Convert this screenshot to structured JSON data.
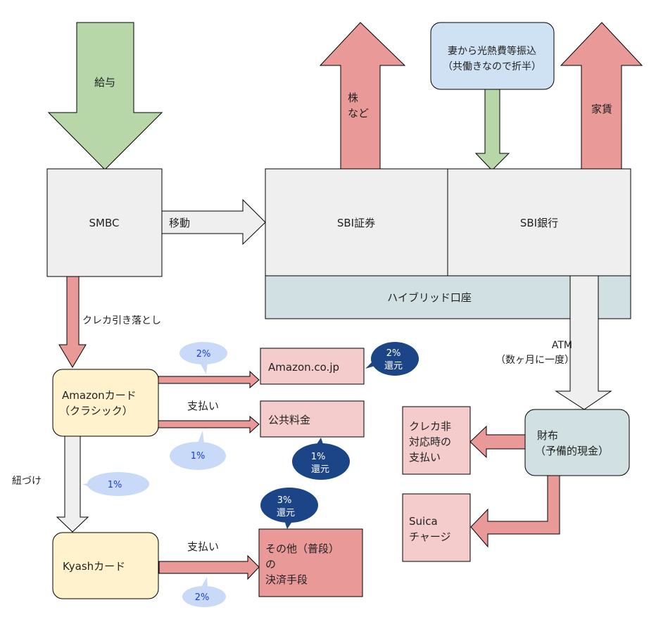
{
  "colors": {
    "green_arrow": "#b7d7a8",
    "red_arrow": "#ea9999",
    "gray_box": "#efefef",
    "hybrid_box": "#d0e0e3",
    "blue_note": "#cfe2f3",
    "card_box": "#fff2cc",
    "pink_box": "#f4cccc",
    "dark_pink_box": "#ea9999",
    "light_bubble": "#c9daf8",
    "dark_bubble": "#1c4587",
    "stroke": "#000000"
  },
  "arrows": {
    "salary": "給与",
    "stocks_line1": "株",
    "stocks_line2": "など",
    "rent": "家賃",
    "transfer": "移動",
    "card_debit": "クレカ引き落とし",
    "atm_line1": "ATM",
    "atm_line2": "（数ヶ月に一度）",
    "link": "紐づけ",
    "payment_amazon": "支払い",
    "payment_kyash": "支払い"
  },
  "wife_note": {
    "line1": "妻から光熱費等振込",
    "line2": "（共働きなので折半）"
  },
  "boxes": {
    "smbc": "SMBC",
    "sbi_securities": "SBI証券",
    "sbi_bank": "SBI銀行",
    "hybrid": "ハイブリッド口座",
    "amazon_card_line1": "Amazonカード",
    "amazon_card_line2": "（クラシック）",
    "kyash_card": "Kyashカード",
    "amazon_site": "Amazon.co.jp",
    "utilities": "公共料金",
    "other_line1": "その他（普段）",
    "other_line2": "の",
    "other_line3": "決済手段",
    "wallet_line1": "財布",
    "wallet_line2": "（予備的現金）",
    "noncard_line1": "クレカ非",
    "noncard_line2": "対応時の",
    "noncard_line3": "支払い",
    "suica_line1": "Suica",
    "suica_line2": "チャージ"
  },
  "bubbles": {
    "amazon_site_rate": "2%",
    "utilities_rate": "1%",
    "link_rate": "1%",
    "kyash_rate": "2%",
    "amazon_site_cashback_rate": "2%",
    "amazon_site_cashback_label": "還元",
    "utilities_cashback_rate": "1%",
    "utilities_cashback_label": "還元",
    "other_cashback_rate": "3%",
    "other_cashback_label": "還元"
  }
}
